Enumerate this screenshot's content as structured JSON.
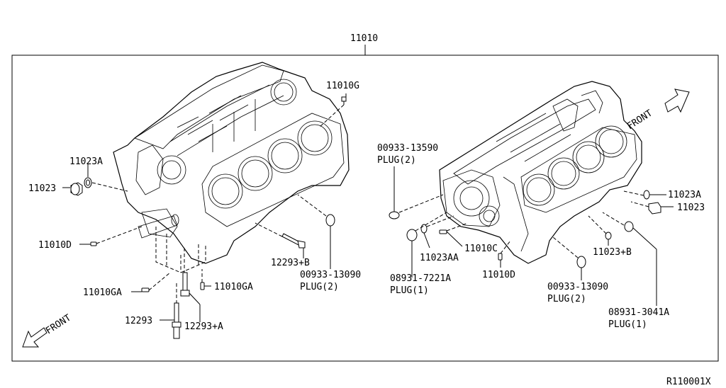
{
  "diagram": {
    "title_part": "11010",
    "ref_code": "R110001X",
    "front_label_left": "FRONT",
    "front_label_right": "FRONT",
    "left_labels": {
      "p11010G": "11010G",
      "p11023A": "11023A",
      "p11023": "11023",
      "p11010D": "11010D",
      "p12293B": "12293+B",
      "p00933_13090": "00933-13090",
      "plug2": "PLUG(2)",
      "p11010GA_r": "11010GA",
      "p11010GA_l": "11010GA",
      "p12293": "12293",
      "p12293A": "12293+A"
    },
    "right_labels": {
      "p00933_13590": "00933-13590",
      "plug2_top": "PLUG(2)",
      "p11023A": "11023A",
      "p11023": "11023",
      "p11023AA": "11023AA",
      "p11010C": "11010C",
      "p11023B": "11023+B",
      "p08931_7221A": "08931-7221A",
      "plug1_a": "PLUG(1)",
      "p11010D": "11010D",
      "p00933_13090": "00933-13090",
      "plug2_b": "PLUG(2)",
      "p08931_3041A": "08931-3041A",
      "plug1_b": "PLUG(1)"
    }
  }
}
